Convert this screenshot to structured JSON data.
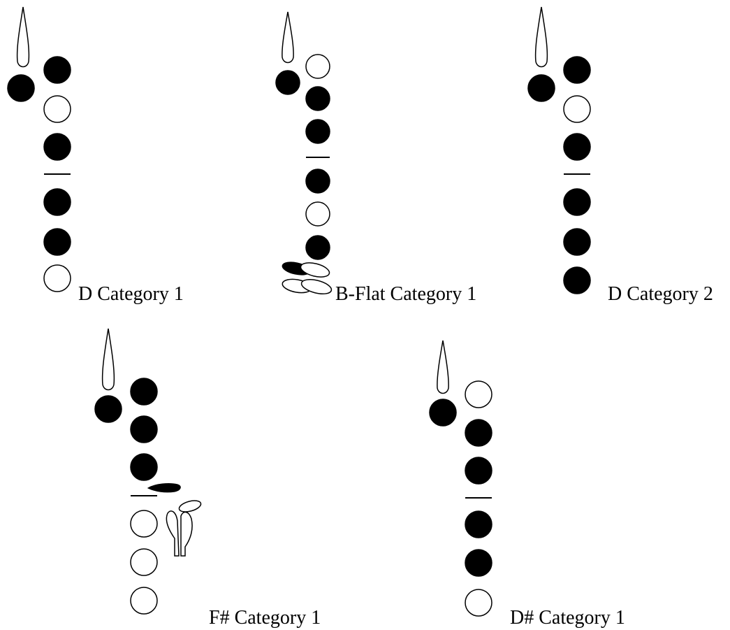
{
  "colors": {
    "ink": "#000000",
    "paper": "#ffffff"
  },
  "diagrams": [
    {
      "label": "D Category 1",
      "octave_key": "closed",
      "holes": [
        "closed",
        "open",
        "closed",
        "closed",
        "closed",
        "open"
      ],
      "icons": [
        "reed-icon"
      ]
    },
    {
      "label": "B-Flat Category 1",
      "octave_key": "closed",
      "holes": [
        "open",
        "closed",
        "closed",
        "closed",
        "open",
        "closed"
      ],
      "icons": [
        "reed-icon",
        "low-pinky-keys-icon"
      ],
      "pinky_keys": [
        "closed",
        "open",
        "open",
        "open"
      ]
    },
    {
      "label": "D Category 2",
      "octave_key": "closed",
      "holes": [
        "closed",
        "open",
        "closed",
        "closed",
        "closed",
        "closed"
      ],
      "icons": [
        "reed-icon"
      ]
    },
    {
      "label": "F# Category 1",
      "octave_key": "closed",
      "holes": [
        "closed",
        "closed",
        "closed",
        "open",
        "open",
        "open"
      ],
      "icons": [
        "reed-icon",
        "side-key-icon",
        "side-keys-icon"
      ]
    },
    {
      "label": "D# Category 1",
      "octave_key": "closed",
      "holes": [
        "open",
        "closed",
        "closed",
        "closed",
        "closed",
        "open"
      ],
      "icons": [
        "reed-icon"
      ]
    }
  ]
}
